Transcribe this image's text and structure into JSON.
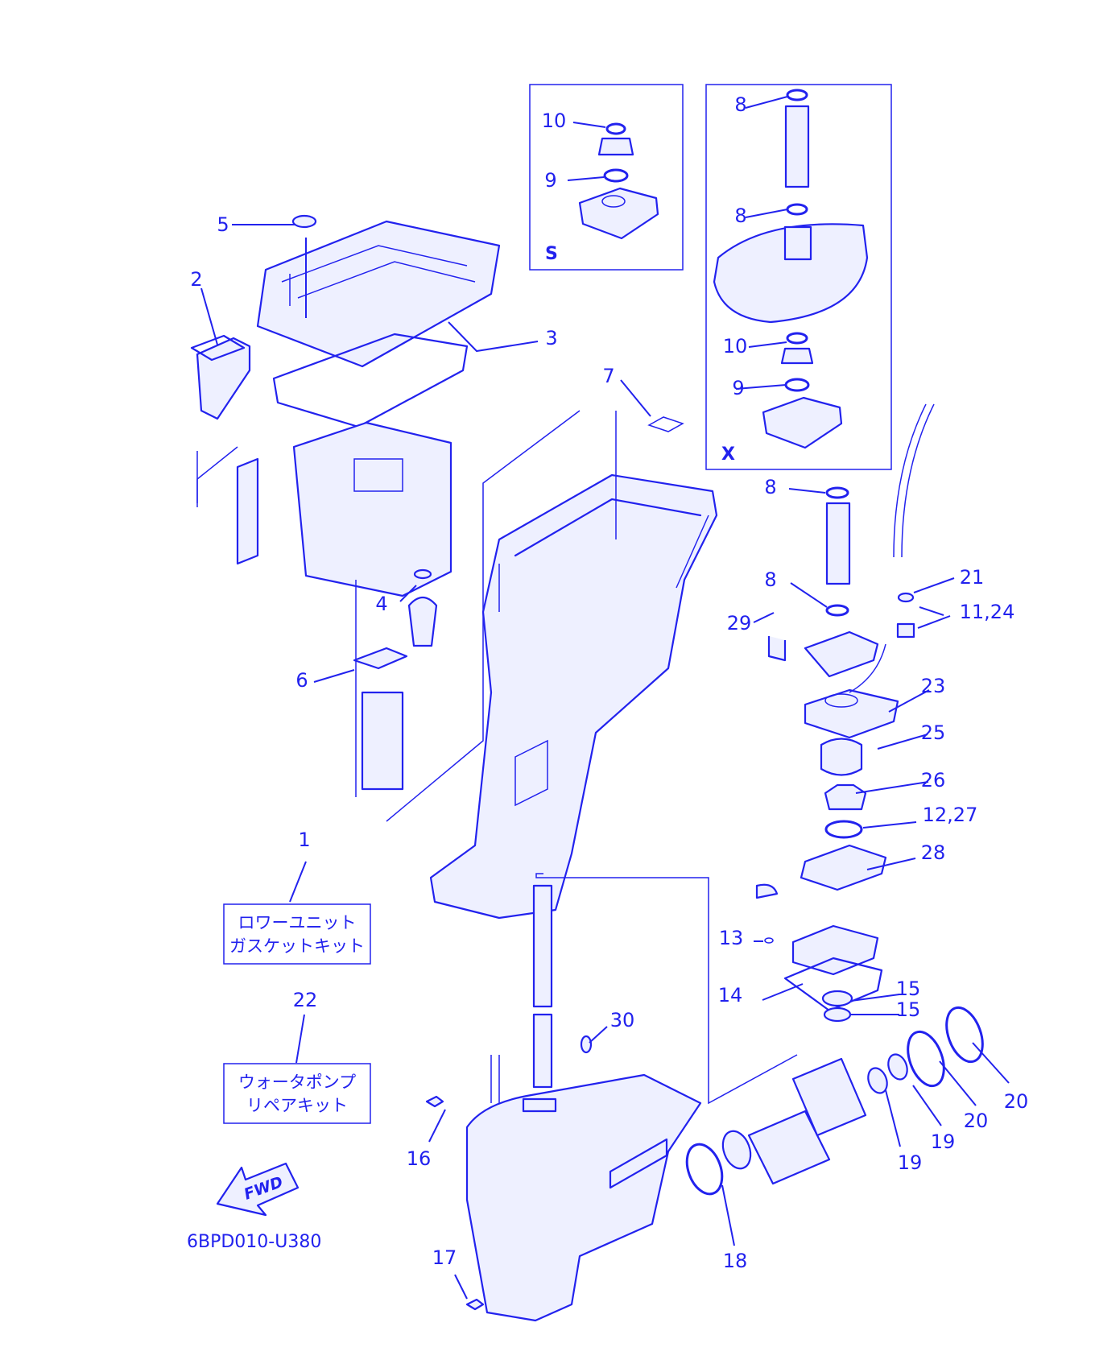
{
  "diagram": {
    "code": "6BPD010-U380",
    "fwd_label": "FWD",
    "color": "#2222ee",
    "boxes": [
      {
        "tag": "S"
      },
      {
        "tag": "X"
      }
    ],
    "kits": [
      {
        "number": "1",
        "line1": "ロワーユニット",
        "line2": "ガスケットキット"
      },
      {
        "number": "22",
        "line1": "ウォータポンプ",
        "line2": "リペアキット"
      }
    ],
    "callouts": [
      "1",
      "2",
      "3",
      "4",
      "5",
      "6",
      "7",
      "8",
      "8",
      "8",
      "8",
      "9",
      "9",
      "10",
      "10",
      "11,24",
      "12,27",
      "13",
      "14",
      "15",
      "15",
      "16",
      "17",
      "18",
      "19",
      "19",
      "20",
      "20",
      "21",
      "22",
      "23",
      "25",
      "26",
      "28",
      "29",
      "30"
    ]
  }
}
